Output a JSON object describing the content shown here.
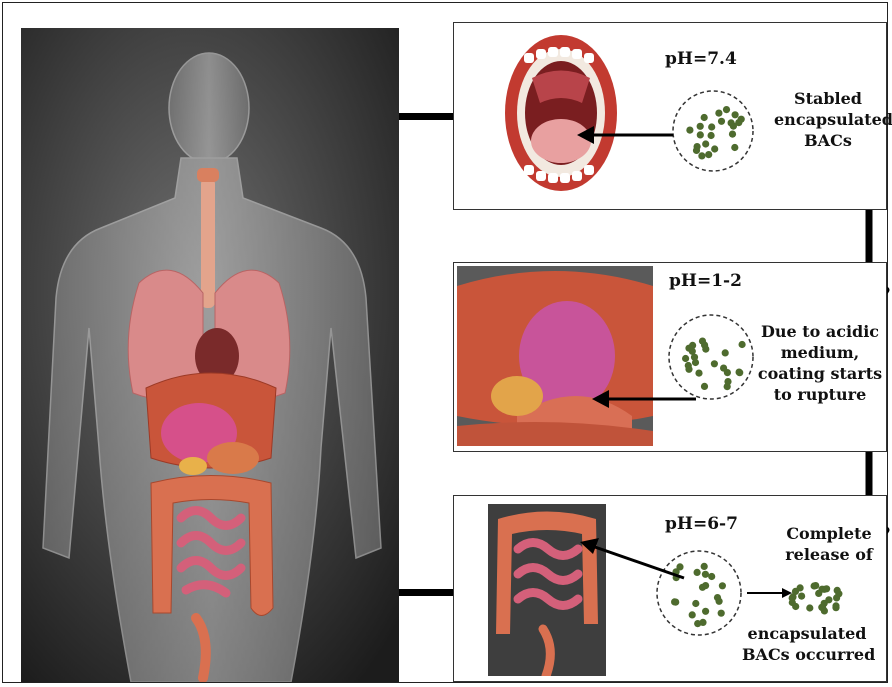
{
  "stages": {
    "mouth": {
      "ph": "pH=7.4",
      "lines": [
        "Stabled",
        "encapsulated",
        "BACs"
      ]
    },
    "stomach": {
      "ph": "pH=1-2",
      "lines": [
        "Due to acidic",
        "medium,",
        "coating starts",
        "to rupture"
      ]
    },
    "intestine": {
      "ph": "pH=6-7",
      "lines_top": [
        "Complete",
        "release of"
      ],
      "lines_bottom": [
        "encapsulated",
        "BACs occurred"
      ]
    }
  },
  "colors": {
    "particle": "#4e6b2e",
    "tissue": "#c9553a",
    "intestine": "#d4607a",
    "lung": "#d98a8a",
    "arrow": "#000000"
  },
  "icons": [
    "human-body-figure",
    "mouth-image",
    "stomach-image",
    "intestine-image",
    "capsule-icon"
  ]
}
